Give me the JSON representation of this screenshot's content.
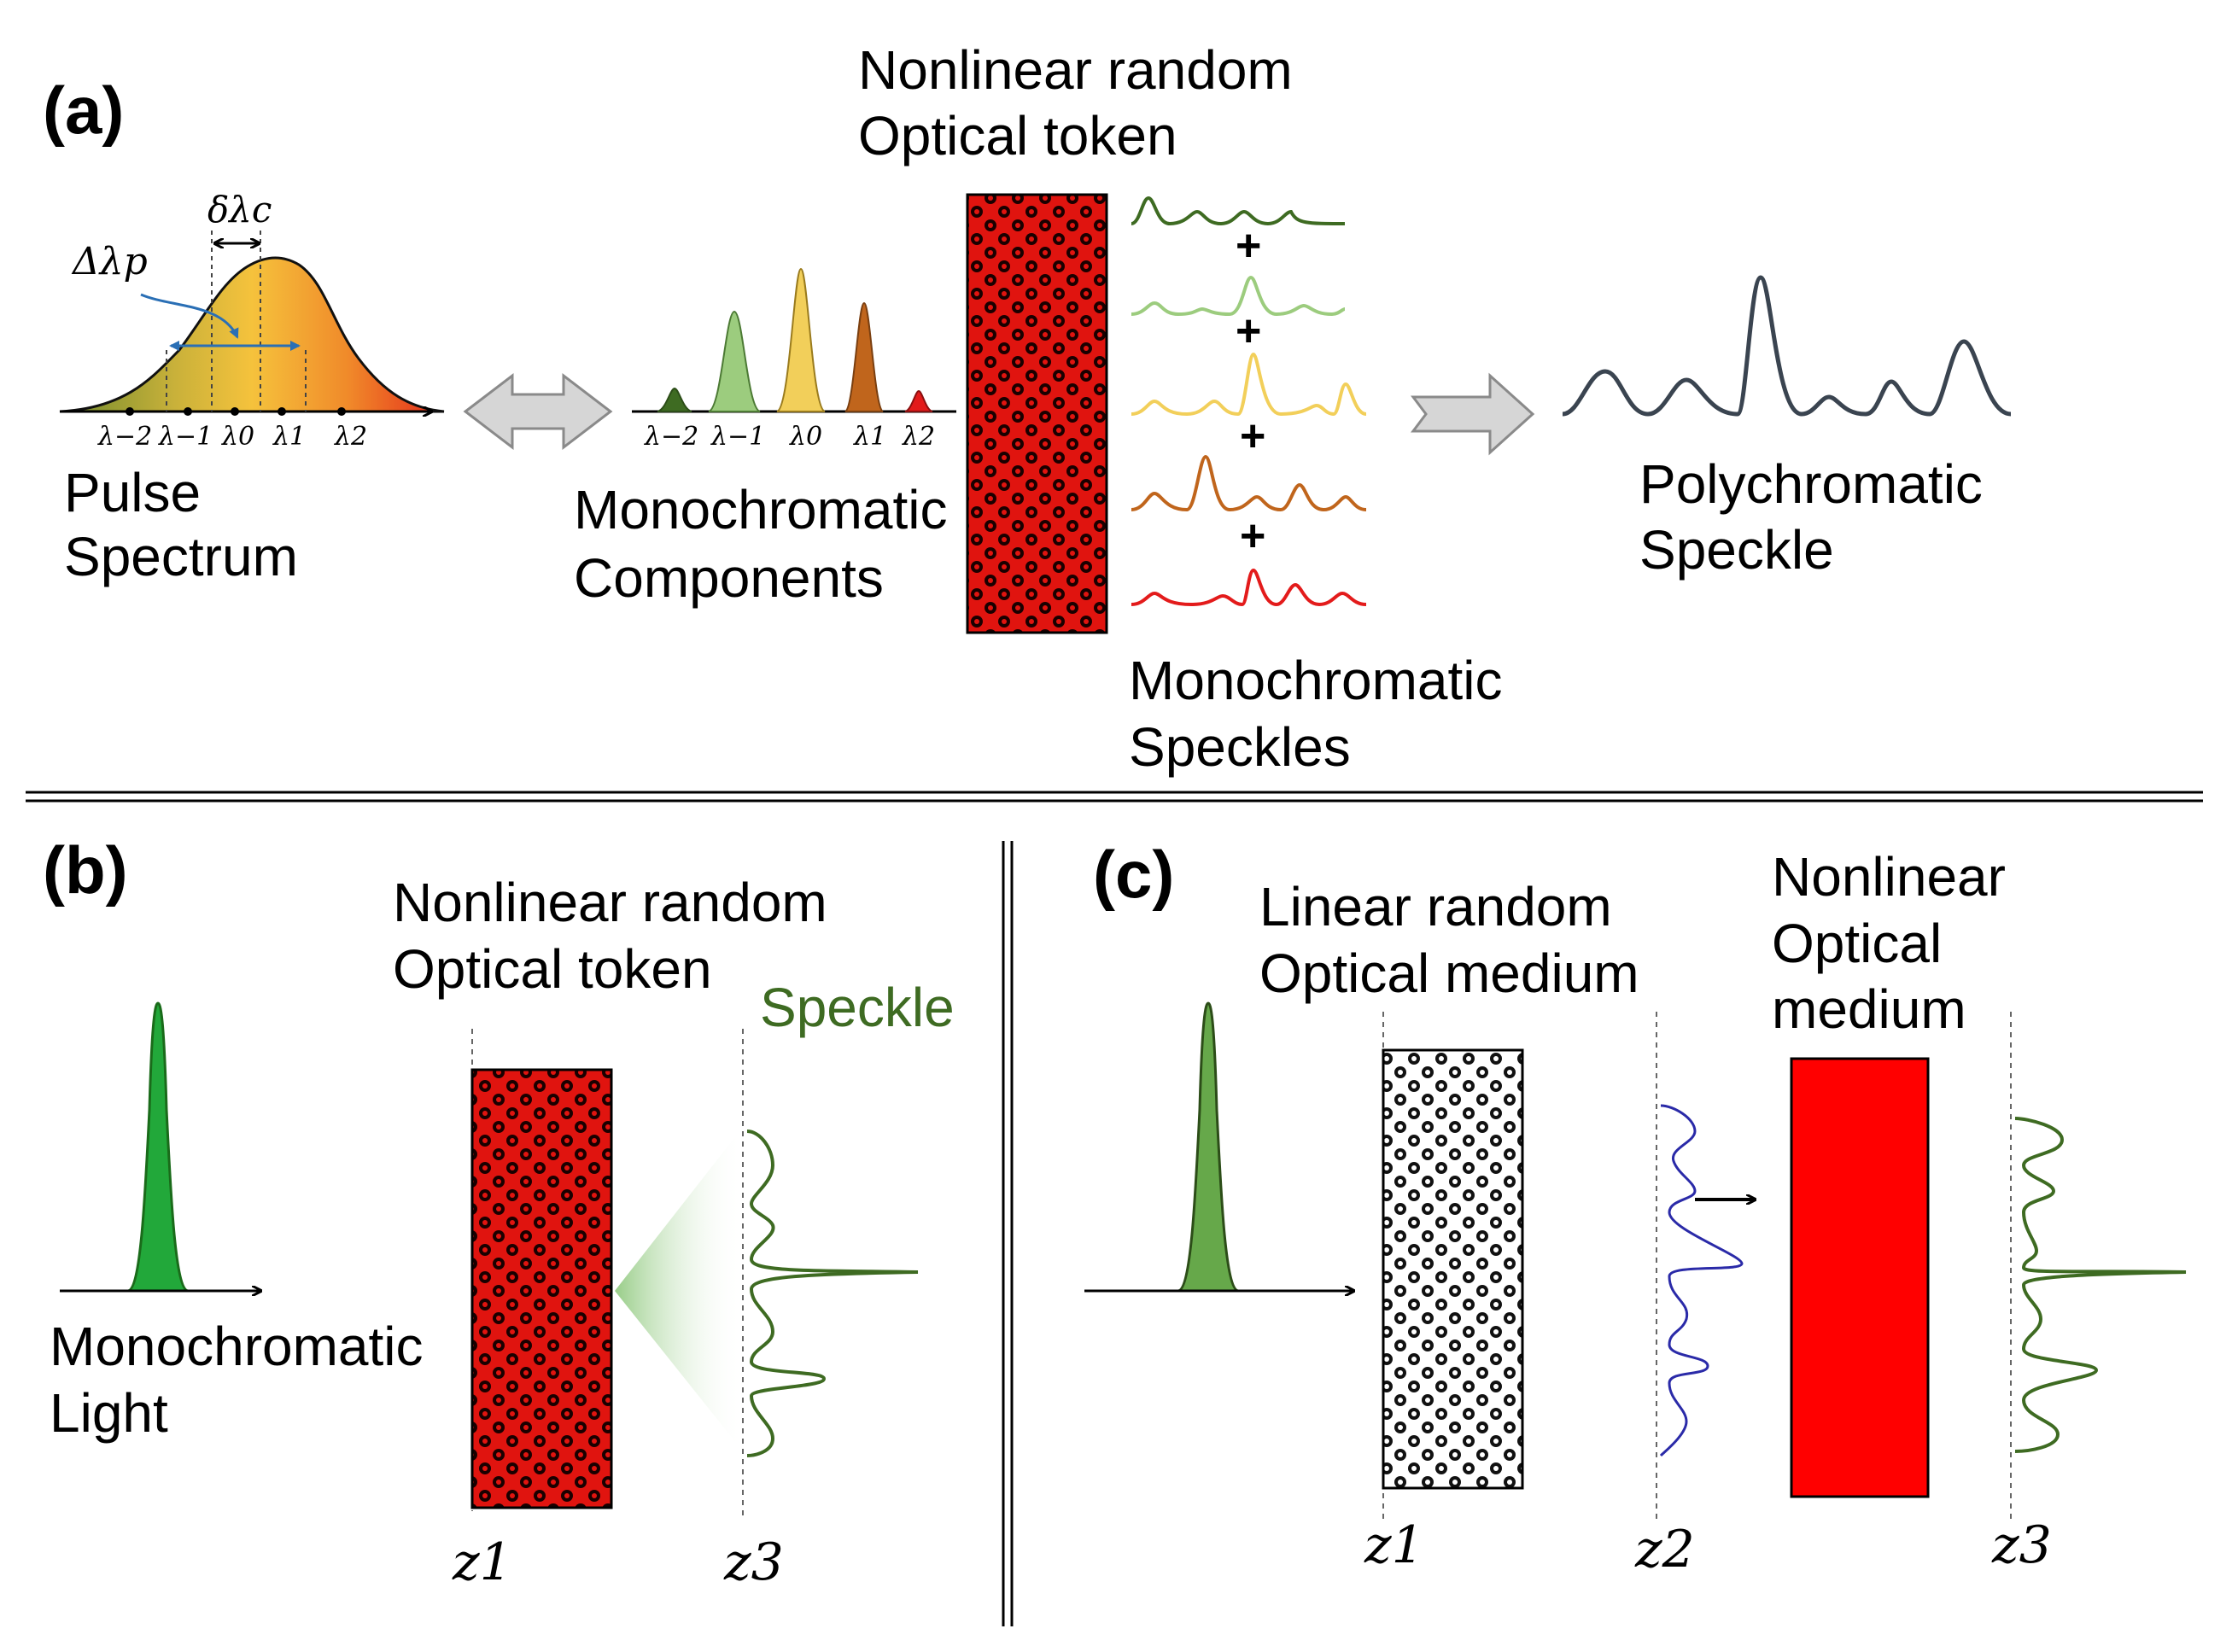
{
  "panels": {
    "a": {
      "label": "(a)",
      "pulse_spectrum": {
        "line1": "Pulse",
        "line2": "Spectrum"
      },
      "delta_lambda_p": "Δλp",
      "delta_lambda_c": "δλc",
      "wavelength_ticks": [
        "λ−2",
        "λ−1",
        "λ0",
        "λ1",
        "λ2"
      ],
      "monochromatic_components": {
        "line1": "Monochromatic",
        "line2": "Components"
      },
      "token_title": {
        "line1": "Nonlinear random",
        "line2": "Optical token"
      },
      "plus": "+",
      "monochromatic_speckles": {
        "line1": "Monochromatic",
        "line2": "Speckles"
      },
      "polychromatic_speckle": {
        "line1": "Polychromatic",
        "line2": "Speckle"
      }
    },
    "b": {
      "label": "(b)",
      "token_title": {
        "line1": "Nonlinear random",
        "line2": "Optical token"
      },
      "speckle": "Speckle",
      "monochromatic_light": {
        "line1": "Monochromatic",
        "line2": "Light"
      },
      "z1": "z1",
      "z3": "z3"
    },
    "c": {
      "label": "(c)",
      "linear_medium": {
        "line1": "Linear random",
        "line2": "Optical medium"
      },
      "nonlinear_medium": {
        "line1": "Nonlinear",
        "line2": "Optical",
        "line3": "medium"
      },
      "z1": "z1",
      "z2": "z2",
      "z3": "z3"
    }
  },
  "colors": {
    "token_red": "#e0140f",
    "nonlinear_red": "#ff0000",
    "speckle_green": "#3e6b22",
    "speckle_blue": "#2a2aa8",
    "polychromatic": "#3a4450",
    "component_colors": [
      "#3e6b22",
      "#9ccc7e",
      "#f2cf5a",
      "#c0651c",
      "#e31b1b"
    ]
  }
}
